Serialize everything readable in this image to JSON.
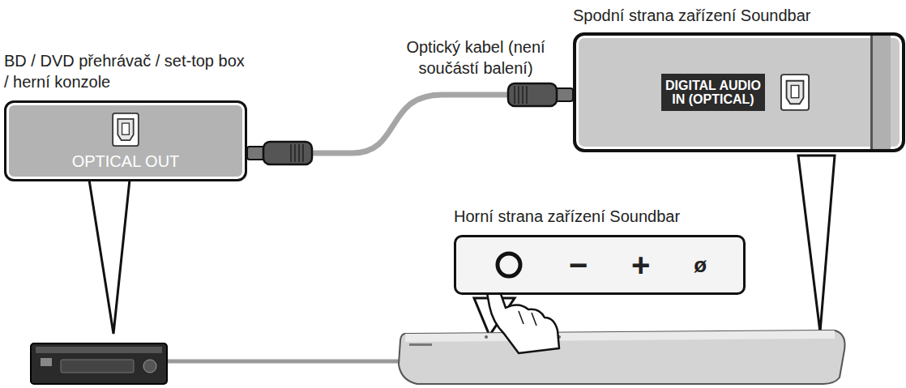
{
  "diagram": {
    "nodes": [
      {
        "text": [
          "BD / DVD přehrávač / set-top box / herní konzole",
          "OPTICAL OUT"
        ]
      },
      {
        "text": [
          "Spodní strana zařízení Soundbar",
          "DIGITAL AUDIO IN (OPTICAL)"
        ]
      },
      {
        "text": [
          "Horní strana zařízení Soundbar",
          "−",
          "+",
          "ø"
        ]
      }
    ],
    "edges": [
      {
        "from": 0,
        "to": 1,
        "label": "Optický kabel (není součástí balení)",
        "arrow": "none"
      }
    ]
  }
}
